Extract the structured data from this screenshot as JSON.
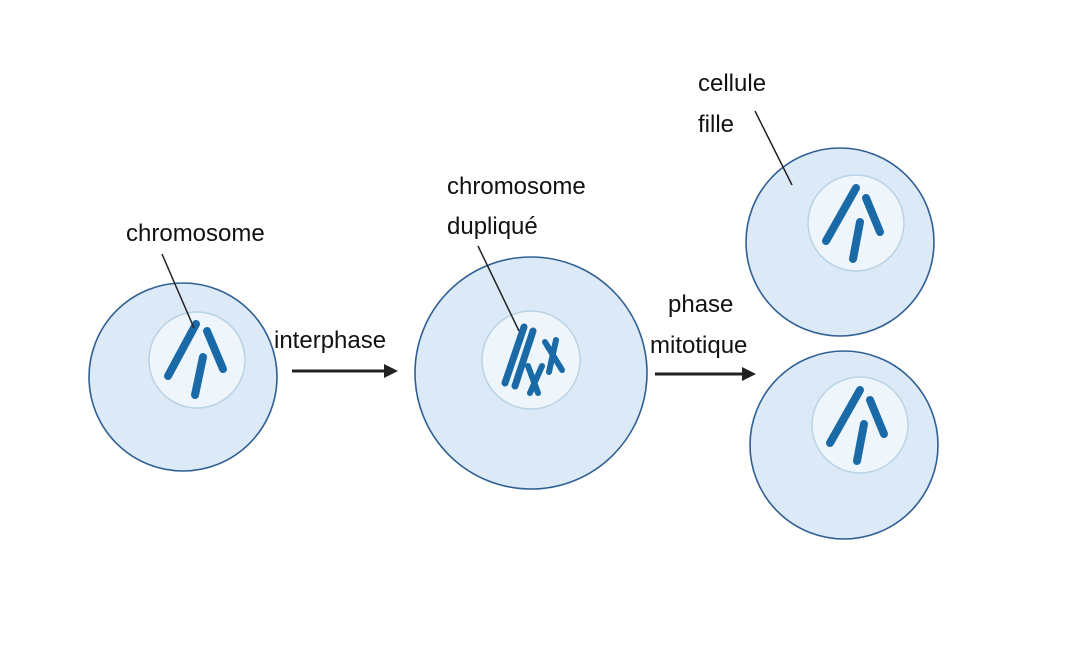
{
  "labels": {
    "chromosome": "chromosome",
    "interphase": "interphase",
    "duplicated_line1": "chromosome",
    "duplicated_line2": "dupliqué",
    "phase_line1": "phase",
    "phase_line2": "mitotique",
    "daughter_line1": "cellule",
    "daughter_line2": "fille"
  },
  "colors": {
    "cell_fill": "#dceaf7",
    "cell_stroke": "#2f5f93",
    "nucleus_fill": "#eef6fb",
    "chromosome": "#1b6aa8"
  }
}
